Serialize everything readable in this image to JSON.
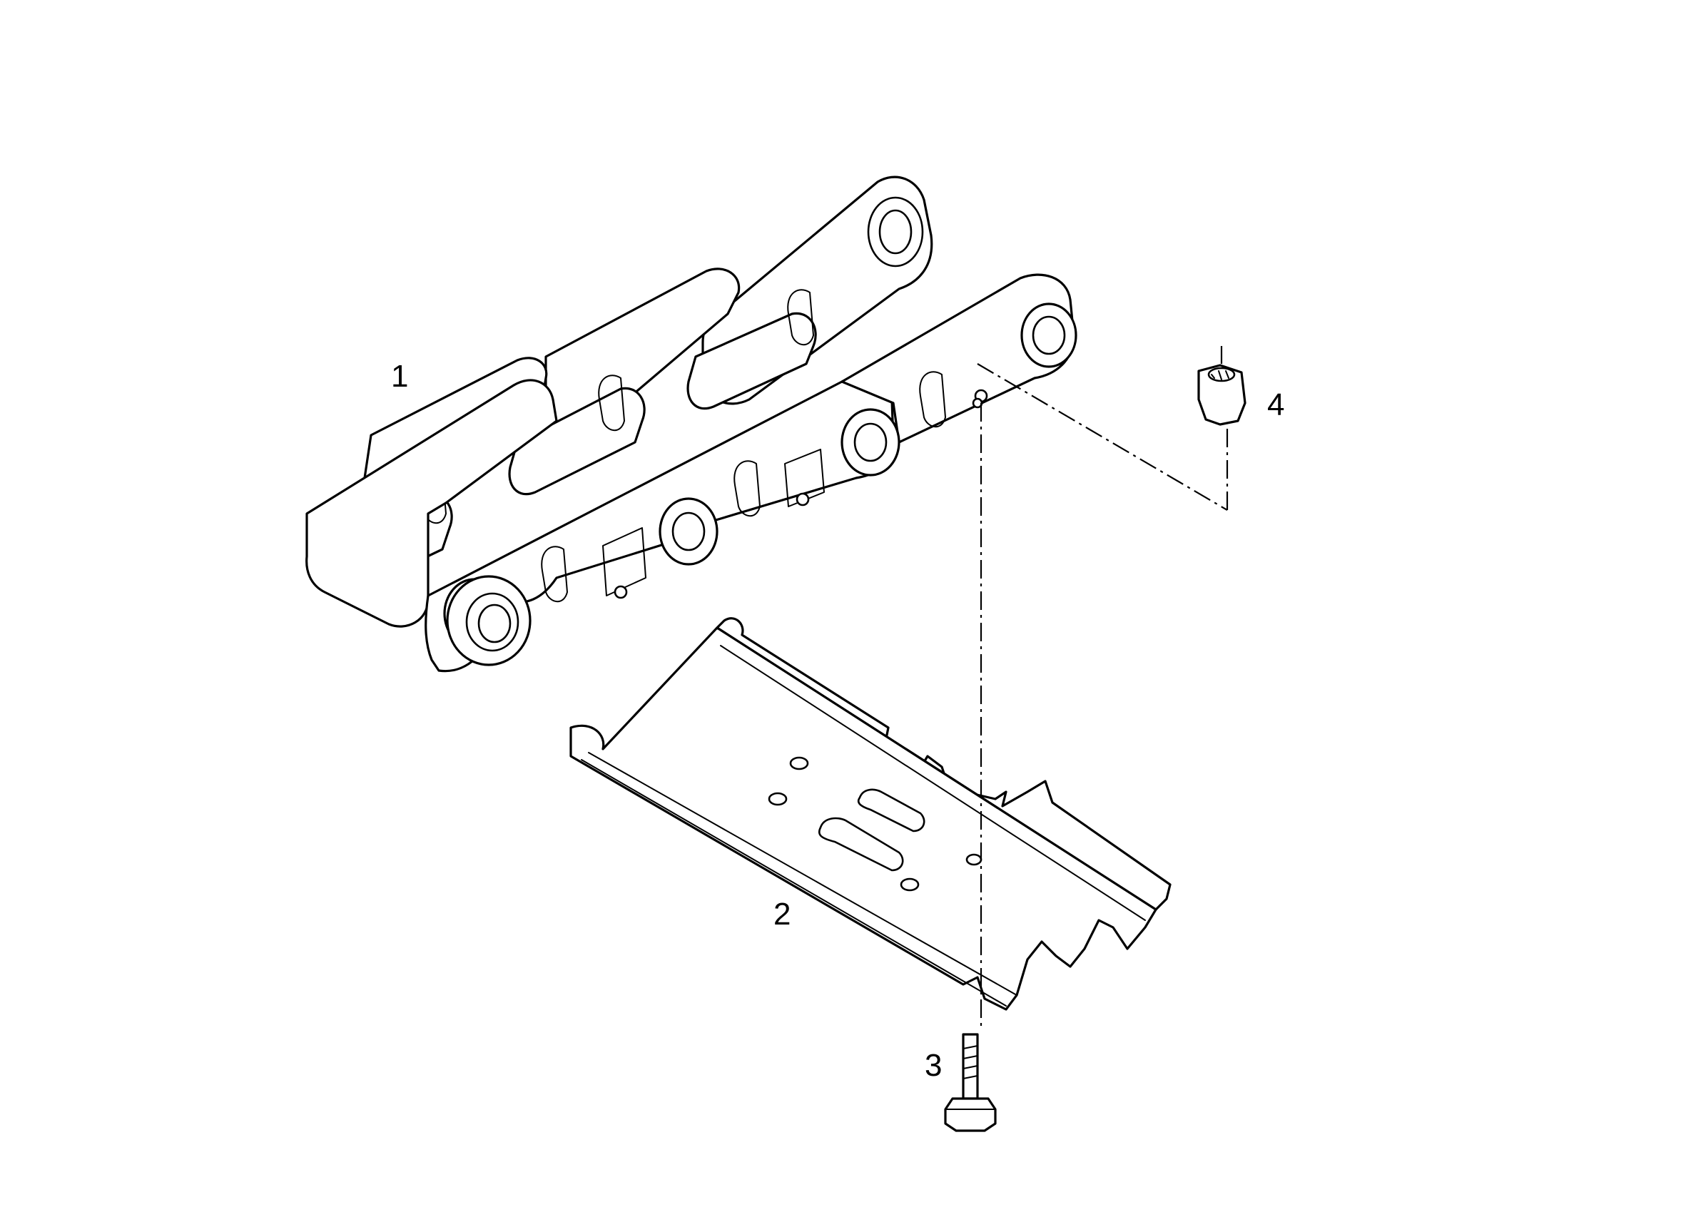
{
  "callouts": [
    {
      "id": "1",
      "label": "1",
      "part": "track-chain"
    },
    {
      "id": "2",
      "label": "2",
      "part": "track-shoe"
    },
    {
      "id": "3",
      "label": "3",
      "part": "shoe-bolt"
    },
    {
      "id": "4",
      "label": "4",
      "part": "shoe-nut"
    }
  ]
}
